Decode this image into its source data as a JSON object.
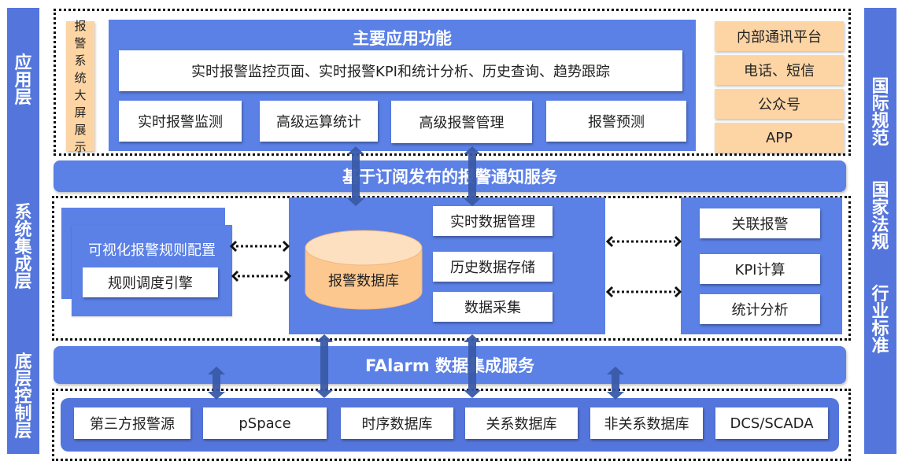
{
  "left_layers": [
    {
      "label": [
        "应",
        "用",
        "层"
      ]
    },
    {
      "label": [
        "系",
        "统",
        "集",
        "成",
        "层"
      ]
    },
    {
      "label": [
        "底",
        "层",
        "控",
        "制",
        "层"
      ]
    }
  ],
  "right_bar": {
    "groups": [
      [
        "国",
        "际",
        "规",
        "范"
      ],
      [
        "国",
        "家",
        "法",
        "规"
      ],
      [
        "行",
        "业",
        "标",
        "准"
      ]
    ]
  },
  "application_layer": {
    "big_screen_label": [
      "报",
      "警",
      "系",
      "统",
      "大",
      "屏",
      "展",
      "示"
    ],
    "main_functions": {
      "title": "主要应用功能",
      "summary": "实时报警监控页面、实时报警KPI和统计分析、历史查询、趋势跟踪",
      "modules": [
        "实时报警监测",
        "高级运算统计",
        "高级报警管理",
        "报警预测"
      ]
    },
    "notification_channels": [
      "内部通讯平台",
      "电话、短信",
      "公众号",
      "APP"
    ]
  },
  "pubsub_service": {
    "label": "基于订阅发布的报警通知服务"
  },
  "system_layer": {
    "rules": {
      "title": "可视化报警规则配置",
      "engine": "规则调度引擎"
    },
    "database": {
      "label": "报警数据库"
    },
    "data_services": [
      "实时数据管理",
      "历史数据存储",
      "数据采集"
    ],
    "analytics": [
      "关联报警",
      "KPI计算",
      "统计分析"
    ]
  },
  "integration_service": {
    "label": "FAlarm 数据集成服务"
  },
  "control_layer": {
    "sources": [
      "第三方报警源",
      "pSpace",
      "时序数据库",
      "关系数据库",
      "非关系数据库",
      "DCS/SCADA"
    ]
  },
  "colors": {
    "primary_blue": "#5b80e6",
    "side_blue": "#5476dc",
    "arrow_blue": "#3a5aa8",
    "orange": "#fdd5a5"
  }
}
